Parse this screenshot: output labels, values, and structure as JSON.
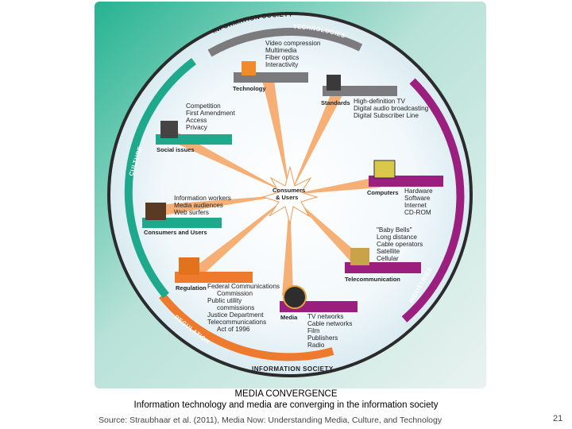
{
  "diagram": {
    "outer_top": "INFORMATION SOCIETY",
    "outer_bottom": "INFORMATION SOCIETY",
    "arcs": {
      "technologies": "TECHNOLOGIES",
      "culture": "CULTURE",
      "industries": "INDUSTRIES",
      "regulation": "REGULATION"
    },
    "center": {
      "line1": "Consumers",
      "line2": "& Users"
    },
    "nodes": {
      "technology": {
        "category": "Technology",
        "items": [
          "Video compression",
          "Multimedia",
          "Fiber optics",
          "Interactivity"
        ]
      },
      "standards": {
        "category": "Standards",
        "items": [
          "High-definition TV",
          "Digital audio broadcasting",
          "Digital Subscriber Line"
        ]
      },
      "social": {
        "category": "Social issues",
        "items": [
          "Competition",
          "First Amendment",
          "Access",
          "Privacy"
        ]
      },
      "computers": {
        "category": "Computers",
        "items": [
          "Hardware",
          "Software",
          "Internet",
          "CD-ROM"
        ]
      },
      "consumers": {
        "category": "Consumers and Users",
        "items": [
          "Information workers",
          "Media audiences",
          "Web surfers"
        ]
      },
      "telecom": {
        "category": "Telecommunication",
        "items": [
          "\"Baby Bells\"",
          "Long distance",
          "Cable operators",
          "Satellite",
          "Cellular"
        ]
      },
      "regulation": {
        "category": "Regulation",
        "items": [
          "Federal Communications",
          "Commission",
          "Public utility",
          "commissions",
          "Justice Department",
          "Telecommunications",
          "Act of 1996"
        ]
      },
      "media": {
        "category": "Media",
        "items": [
          "TV networks",
          "Cable networks",
          "Film",
          "Publishers",
          "Radio"
        ]
      }
    },
    "colors": {
      "teal": "#1fa98c",
      "gray": "#7b7b7d",
      "purple": "#9a1f7e",
      "orange": "#ee7a2e",
      "ray": "#f6a25e"
    }
  },
  "caption": {
    "title": "MEDIA CONVERGENCE",
    "subtitle": "Information technology and media are converging in the information society",
    "source": "Source: Straubhaar et al. (2011), Media Now: Understanding Media, Culture, and Technology"
  },
  "page_number": "21"
}
